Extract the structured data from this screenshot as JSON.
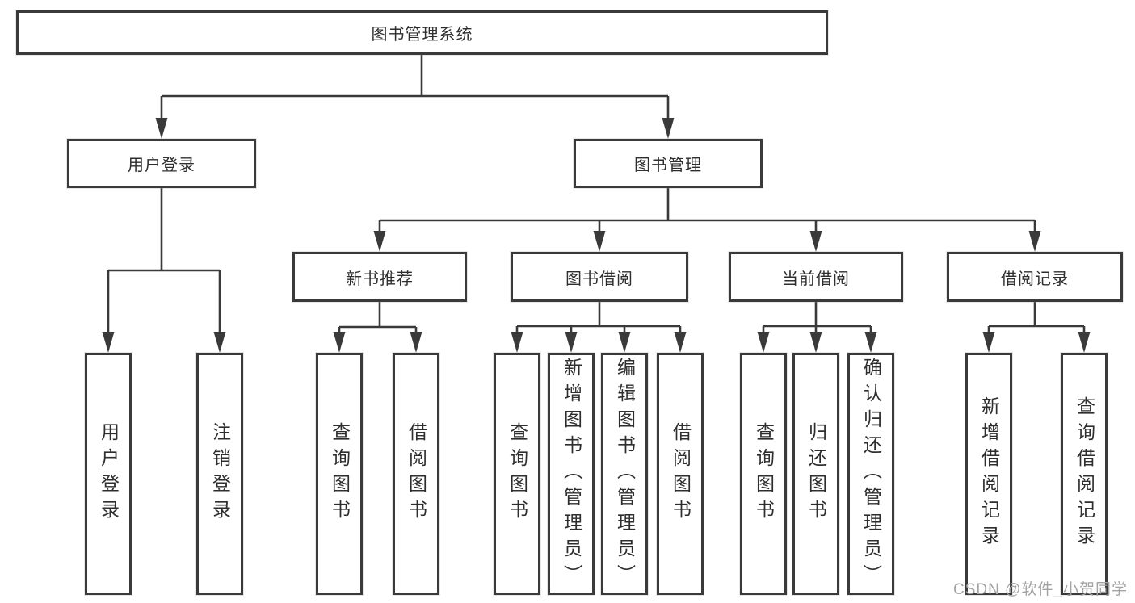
{
  "title": "图书管理系统",
  "level2": {
    "user": "用户登录",
    "book": "图书管理"
  },
  "level3": {
    "recommend": "新书推荐",
    "borrow": "图书借阅",
    "current": "当前借阅",
    "records": "借阅记录"
  },
  "leaves": {
    "user": [
      "用户登录",
      "注销登录"
    ],
    "recommend": [
      "查询图书",
      "借阅图书"
    ],
    "borrow": [
      "查询图书",
      "新增图书（管理员）",
      "编辑图书（管理员）",
      "借阅图书"
    ],
    "current": [
      "查询图书",
      "归还图书",
      "确认归还（管理员）"
    ],
    "records": [
      "新增借阅记录",
      "查询借阅记录"
    ]
  },
  "watermark": "CSDN @软件_小贺同学",
  "colors": {
    "line": "#3a3a3a",
    "text": "#2e2e2e",
    "box_background": "#ffffff",
    "watermark": "#a3a3a3"
  }
}
